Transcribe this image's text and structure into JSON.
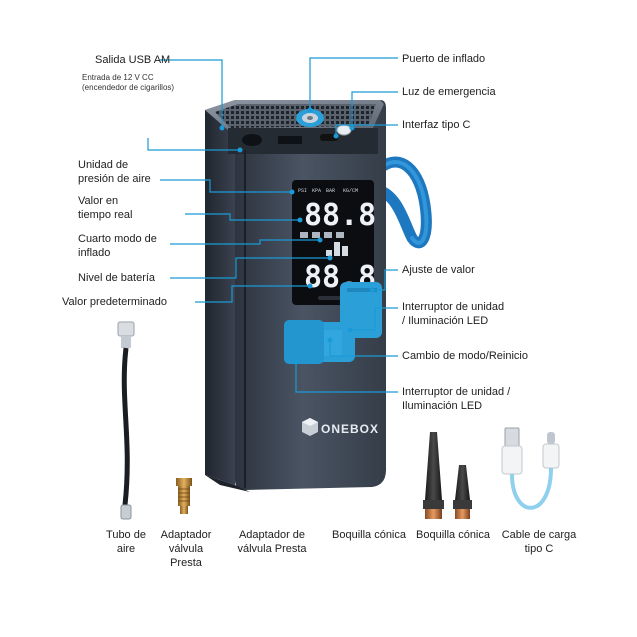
{
  "callouts_left": {
    "usb_out": "Salida USB AM",
    "input_12v": "Entrada de 12 V CC",
    "input_12v_sub": "(encendedor de cigarillos)",
    "pressure_unit_1": "Unidad de",
    "pressure_unit_2": "presión de aire",
    "realtime_1": "Valor en",
    "realtime_2": "tiempo real",
    "mode4_1": "Cuarto modo de",
    "mode4_2": "inflado",
    "battery": "Nivel de batería",
    "preset": "Valor predeterminado"
  },
  "callouts_right": {
    "inflate_port": "Puerto de inflado",
    "emergency_light": "Luz de emergencia",
    "type_c": "Interfaz tipo C",
    "value_adjust": "Ajuste de valor",
    "unit_switch_1a": "Interruptor de unidad",
    "unit_switch_1b": "/ Iluminación LED",
    "mode_reset": "Cambio de modo/Reinicio",
    "unit_switch_2a": "Interruptor de unidad /",
    "unit_switch_2b": "Iluminación LED"
  },
  "device": {
    "brand": "ONEBOX",
    "display_top": "88.8",
    "display_bottom": "88.8"
  },
  "accessories": {
    "hose_1": "Tubo de",
    "hose_2": "aire",
    "presta_adapter_1": "Adaptador",
    "presta_adapter_2": "válvula",
    "presta_adapter_3": "Presta",
    "presta_adapter_b1": "Adaptador de",
    "presta_adapter_b2": "válvula Presta",
    "cone_nozzle_1": "Boquilla cónica",
    "cone_nozzle_2": "Boquilla cónica",
    "cable_1": "Cable de carga",
    "cable_2": "tipo C"
  },
  "colors": {
    "callout_line": "#1a9ad6",
    "accent_blue": "#2a9fd8",
    "body_dark": "#3d4654"
  }
}
